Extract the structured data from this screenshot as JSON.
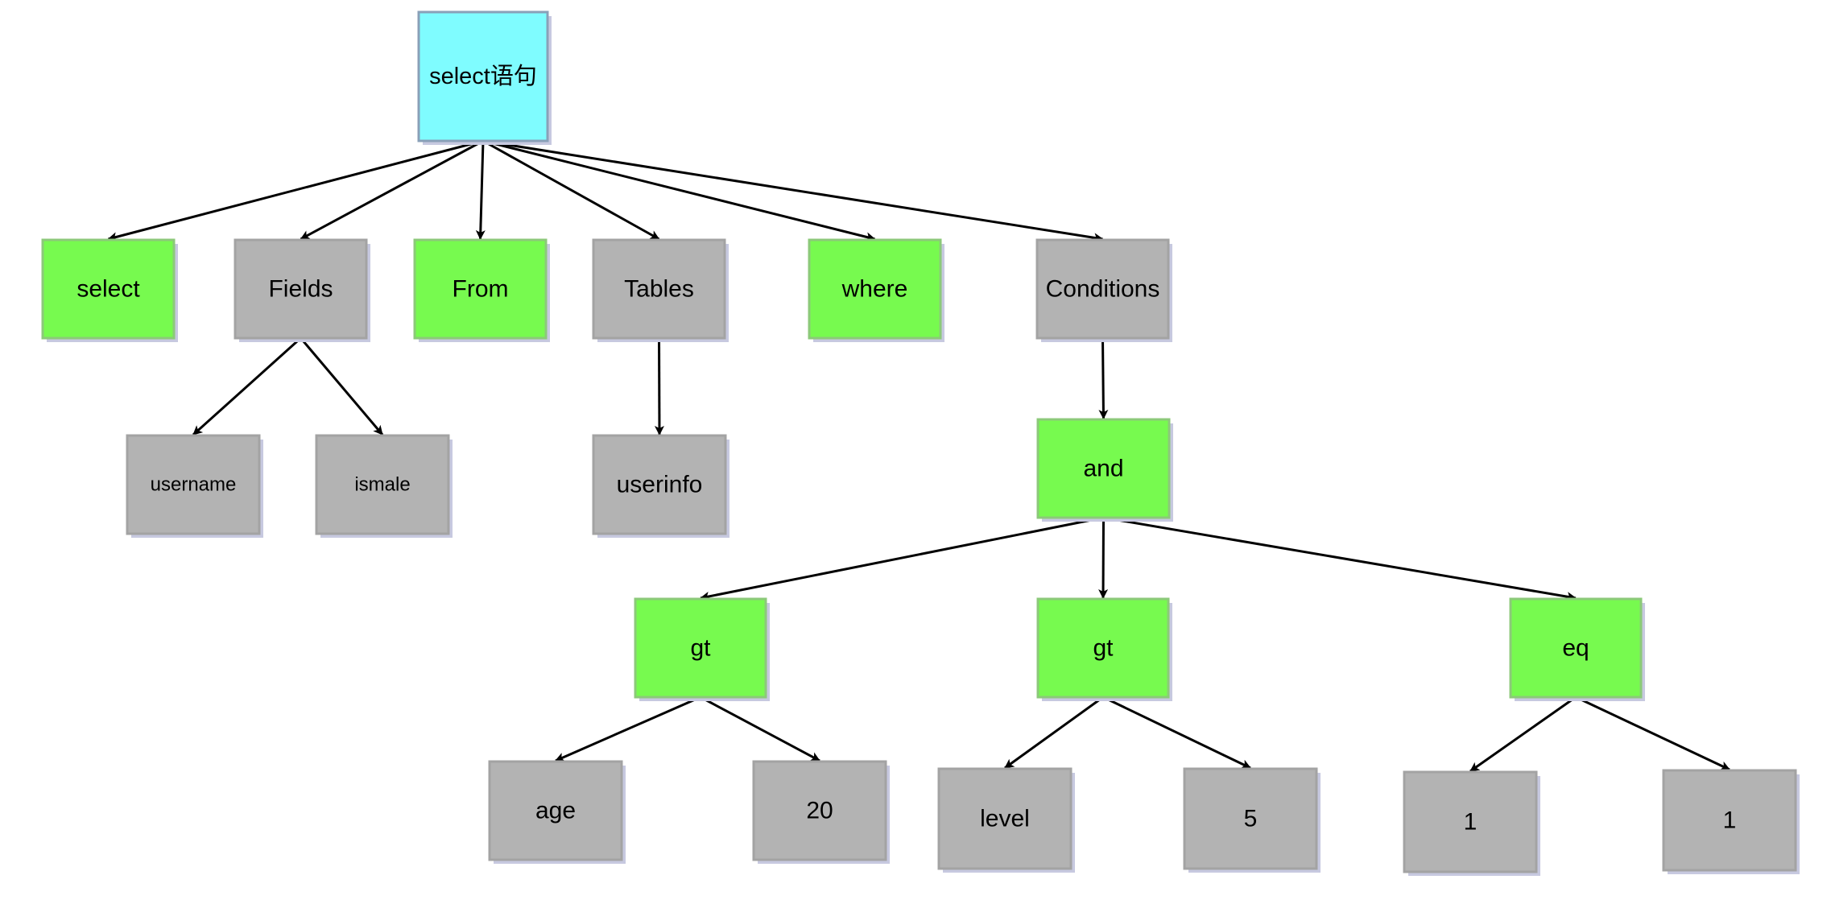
{
  "colors": {
    "root": "#7ffcff",
    "keyword": "#77fa4f",
    "value": "#b3b3b3",
    "border_root": "#8aa0b8",
    "border_keyword": "#8cc97a",
    "border_value": "#a3a3a3",
    "shadow": "#c7c9e0",
    "edge": "#000000"
  },
  "nodes": [
    {
      "id": "select-stmt",
      "label": "select语句",
      "kind": "root"
    },
    {
      "id": "select",
      "label": "select",
      "kind": "keyword"
    },
    {
      "id": "fields",
      "label": "Fields",
      "kind": "value"
    },
    {
      "id": "from",
      "label": "From",
      "kind": "keyword"
    },
    {
      "id": "tables",
      "label": "Tables",
      "kind": "value"
    },
    {
      "id": "where",
      "label": "where",
      "kind": "keyword"
    },
    {
      "id": "conditions",
      "label": "Conditions",
      "kind": "value"
    },
    {
      "id": "username",
      "label": "username",
      "kind": "value"
    },
    {
      "id": "ismale",
      "label": "ismale",
      "kind": "value"
    },
    {
      "id": "userinfo",
      "label": "userinfo",
      "kind": "value"
    },
    {
      "id": "and",
      "label": "and",
      "kind": "keyword"
    },
    {
      "id": "gt-1",
      "label": "gt",
      "kind": "keyword"
    },
    {
      "id": "gt-2",
      "label": "gt",
      "kind": "keyword"
    },
    {
      "id": "eq",
      "label": "eq",
      "kind": "keyword"
    },
    {
      "id": "age",
      "label": "age",
      "kind": "value"
    },
    {
      "id": "num-20",
      "label": "20",
      "kind": "value"
    },
    {
      "id": "level",
      "label": "level",
      "kind": "value"
    },
    {
      "id": "num-5",
      "label": "5",
      "kind": "value"
    },
    {
      "id": "one-a",
      "label": "1",
      "kind": "value"
    },
    {
      "id": "one-b",
      "label": "1",
      "kind": "value"
    }
  ],
  "edges": [
    {
      "from": "select-stmt",
      "to": "select"
    },
    {
      "from": "select-stmt",
      "to": "fields"
    },
    {
      "from": "select-stmt",
      "to": "from"
    },
    {
      "from": "select-stmt",
      "to": "tables"
    },
    {
      "from": "select-stmt",
      "to": "where"
    },
    {
      "from": "select-stmt",
      "to": "conditions"
    },
    {
      "from": "fields",
      "to": "username"
    },
    {
      "from": "fields",
      "to": "ismale"
    },
    {
      "from": "tables",
      "to": "userinfo"
    },
    {
      "from": "conditions",
      "to": "and"
    },
    {
      "from": "and",
      "to": "gt-1"
    },
    {
      "from": "and",
      "to": "gt-2"
    },
    {
      "from": "and",
      "to": "eq"
    },
    {
      "from": "gt-1",
      "to": "age"
    },
    {
      "from": "gt-1",
      "to": "num-20"
    },
    {
      "from": "gt-2",
      "to": "level"
    },
    {
      "from": "gt-2",
      "to": "num-5"
    },
    {
      "from": "eq",
      "to": "one-a"
    },
    {
      "from": "eq",
      "to": "one-b"
    }
  ]
}
